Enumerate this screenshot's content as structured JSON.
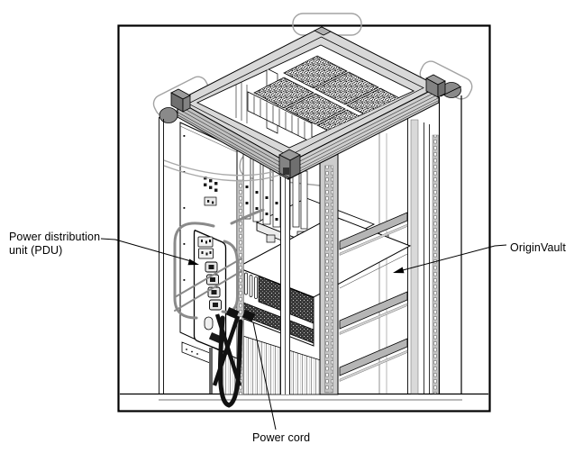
{
  "figure": {
    "labels": {
      "pdu_line1": "Power distribution",
      "pdu_line2": "unit (PDU)",
      "origin_vault": "OriginVault",
      "power_cord": "Power cord"
    },
    "colors": {
      "line": "#000000",
      "background": "#ffffff",
      "ring_top": "#d8d8d8",
      "ring_side_right": "#cfcfcf",
      "ring_side_left": "#c0c0c0",
      "corner_block": "#8f8f8f",
      "cap_outline": "#a3a3a3",
      "cap_foot": "#8a8a8a",
      "rail": "#b5b5b5",
      "column": "#cccccc",
      "cable": "#8a8a8a",
      "power_cord": "#111111",
      "vent": "#383838"
    }
  }
}
